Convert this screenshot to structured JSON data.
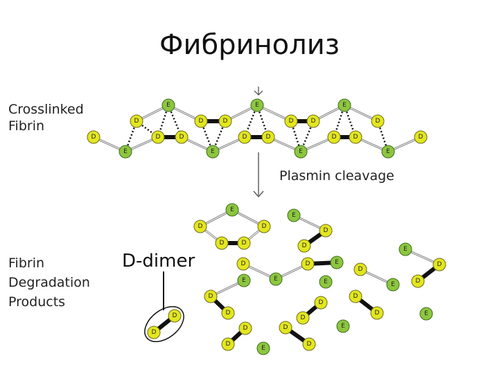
{
  "title": "Фибринолиз",
  "labels": {
    "crosslinked_line1": "Crosslinked",
    "crosslinked_line2": "Fibrin",
    "plasmin": "Plasmin cleavage",
    "ddimer": "D-dimer",
    "fdp_line1": "Fibrin",
    "fdp_line2": "Degradation",
    "fdp_line3": "Products"
  },
  "node_letters": {
    "d": "D",
    "e": "E"
  },
  "colors": {
    "d_node": "#e3e61f",
    "e_node": "#8cc63f",
    "bond": "#777777",
    "crosslink": "#111111"
  }
}
